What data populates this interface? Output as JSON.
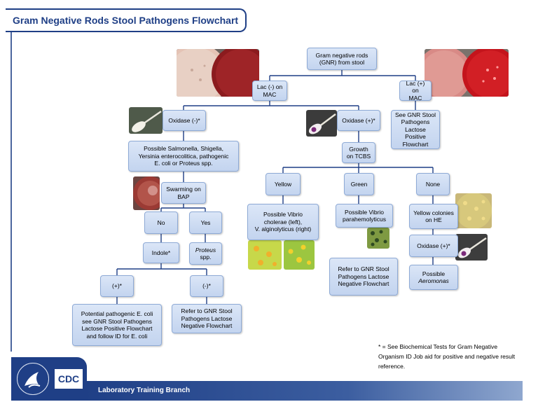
{
  "title": "Gram Negative Rods Stool Pathogens Flowchart",
  "footer": {
    "branch": "Laboratory Training Branch",
    "cdc_logo": "CDC"
  },
  "footnote": "* = See Biochemical Tests for Gram Negative Organism ID Job aid for positive and negative result reference.",
  "nodes": {
    "root": [
      "Gram negative  rods",
      "(GNR) from stool"
    ],
    "lac_neg": [
      "Lac (-) on",
      "MAC"
    ],
    "lac_pos": [
      "Lac (+) on",
      "MAC"
    ],
    "lac_pos_see": [
      "See GNR Stool",
      "Pathogens",
      "Lactose Positive",
      "Flowchart"
    ],
    "oxidase_neg": [
      "Oxidase (-)*"
    ],
    "oxidase_pos": [
      "Oxidase (+)*"
    ],
    "possible_salmonella": [
      "Possible Salmonella, Shigella,",
      "Yersinia enterocolitica,  pathogenic",
      "E. coli or Proteus spp."
    ],
    "swarming": [
      "Swarming on",
      "BAP"
    ],
    "no": [
      "No"
    ],
    "yes": [
      "Yes"
    ],
    "indole": [
      "Indole*"
    ],
    "proteus": [
      "Proteus",
      "spp."
    ],
    "indole_pos": [
      "(+)*"
    ],
    "indole_neg": [
      "(-)*"
    ],
    "potential_ecoli": [
      "Potential pathogenic E. coli",
      "see GNR Stool Pathogens",
      "Lactose Positive Flowchart",
      "and follow ID for E. coli"
    ],
    "refer_neg_left": [
      "Refer to GNR Stool",
      "Pathogens Lactose",
      "Negative Flowchart"
    ],
    "growth_tcbs": [
      "Growth",
      "on TCBS"
    ],
    "yellow": [
      "Yellow"
    ],
    "green": [
      "Green"
    ],
    "none": [
      "None"
    ],
    "vibrio_cholerae": [
      "Possible Vibrio",
      "cholerae (left),",
      "V. alginolyticus (right)"
    ],
    "vibrio_para": [
      "Possible Vibrio",
      "parahemolyticus"
    ],
    "refer_neg_mid": [
      "Refer to GNR Stool",
      "Pathogens Lactose",
      "Negative Flowchart"
    ],
    "yellow_he": [
      "Yellow colonies",
      "on HE"
    ],
    "oxidase_pos2": [
      "Oxidase (+)*"
    ],
    "aeromonas": [
      "Possible",
      "Aeromonas"
    ]
  },
  "colors": {
    "brand": "#1f3f86",
    "node_fill": "#c9d8f0",
    "node_border": "#8eaad6",
    "connector": "#1f3f86"
  }
}
